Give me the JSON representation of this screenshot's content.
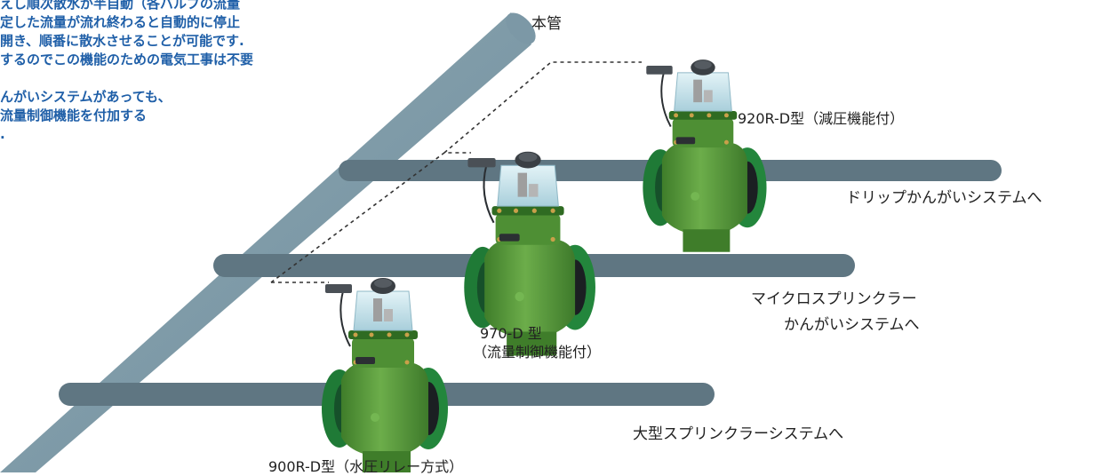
{
  "description": {
    "lines": [
      "えし順次散水が半自動（各バルブの流量",
      "定した流量が流れ終わると自動的に停止",
      "開き、順番に散水させることが可能です.",
      "するのでこの機能のための電気工事は不要",
      "",
      "んがいシステムがあっても、",
      "流量制御機能を付加する",
      "."
    ]
  },
  "labels": {
    "main_pipe": "本管",
    "valve_920": "920R-D型（減圧機能付）",
    "valve_970_line1": "970-D 型",
    "valve_970_line2": "（流量制御機能付）",
    "valve_900": "900R-D型（水圧リレー方式）",
    "to_drip": "ドリップかんがいシステムへ",
    "to_micro_line1": "マイクロスプリンクラー",
    "to_micro_line2": "かんがいシステムへ",
    "to_large": "大型スプリンクラーシステムへ"
  },
  "colors": {
    "main_pipe": "#7896a4",
    "branch_pipe": "#5f7682",
    "valve_body": "#5a9a3c",
    "valve_dark": "#2f6b22",
    "flange": "#1f7a36",
    "cap": "#cde6ee",
    "sensor": "#3a3f44",
    "description_text": "#1f5fa8"
  }
}
